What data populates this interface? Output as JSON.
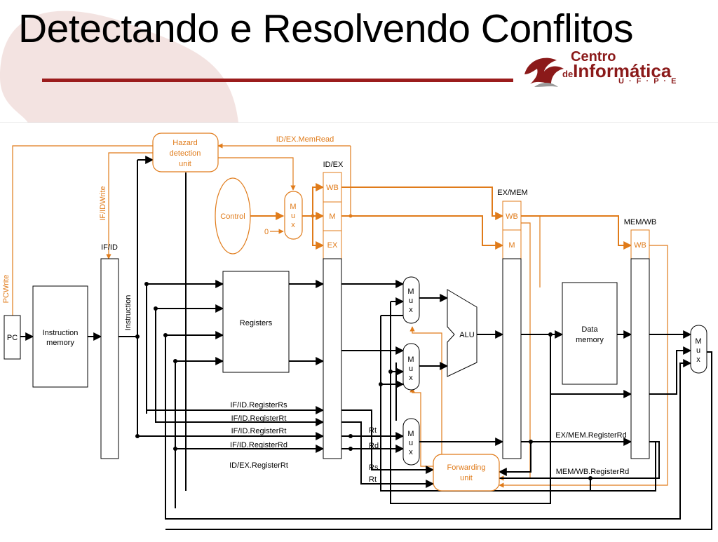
{
  "slide": {
    "title": "Detectando e Resolvendo Conflitos",
    "logo": {
      "line1": "Centro",
      "line2_prefix": "de",
      "line2": "Informática",
      "line3": "U · F · P · E"
    }
  },
  "colors": {
    "orange": "#e07b1a",
    "rule": "#9b1c1c",
    "logo": "#8b1a1a"
  },
  "diagram": {
    "pc": "PC",
    "instruction_memory": [
      "Instruction",
      "memory"
    ],
    "ifid": "IF/ID",
    "instruction": "Instruction",
    "hazard_unit": [
      "Hazard",
      "detection",
      "unit"
    ],
    "ifid_write": "IF/IDWrite",
    "pc_write": "PCWrite",
    "idex_memread": "ID/EX.MemRead",
    "control": "Control",
    "zero": "0",
    "mux_letters": [
      "M",
      "u",
      "x"
    ],
    "idex": "ID/EX",
    "exmem": "EX/MEM",
    "memwb": "MEM/WB",
    "wb": "WB",
    "m": "M",
    "ex": "EX",
    "registers": "Registers",
    "alu": "ALU",
    "data_memory": [
      "Data",
      "memory"
    ],
    "forwarding_unit": [
      "Forwarding",
      "unit"
    ],
    "ifid_rs": "IF/ID.RegisterRs",
    "ifid_rt1": "IF/ID.RegisterRt",
    "ifid_rt2": "IF/ID.RegisterRt",
    "ifid_rd": "IF/ID.RegisterRd",
    "idex_rt": "ID/EX.RegisterRt",
    "rt": "Rt",
    "rd": "Rd",
    "rs": "Rs",
    "rt2": "Rt",
    "exmem_rd": "EX/MEM.RegisterRd",
    "memwb_rd": "MEM/WB.RegisterRd"
  }
}
